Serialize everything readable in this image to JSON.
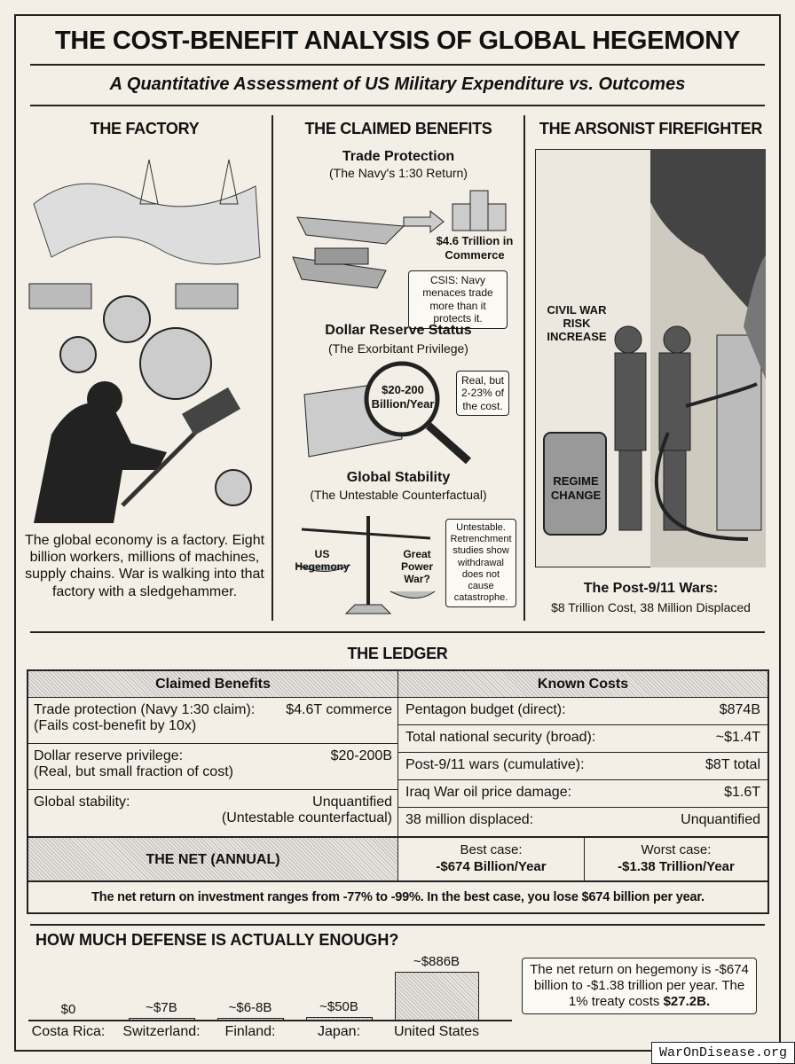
{
  "title": "THE COST-BENEFIT ANALYSIS OF GLOBAL HEGEMONY",
  "subtitle": "A Quantitative Assessment of US Military Expenditure vs. Outcomes",
  "factory": {
    "heading": "THE FACTORY",
    "text": "The global economy is a factory. Eight billion workers, millions of machines, supply chains. War is walking into that factory with a sledgehammer."
  },
  "benefits": {
    "heading": "THE CLAIMED BENEFITS",
    "trade": {
      "title": "Trade Protection",
      "subtitle": "(The Navy's 1:30 Return)",
      "value": "$4.6 Trillion in Commerce",
      "note": "CSIS: Navy menaces trade more than it protects it."
    },
    "dollar": {
      "title": "Dollar Reserve Status",
      "subtitle": "(The Exorbitant Privilege)",
      "value": "$20-200 Billion/Year",
      "note": "Real, but 2-23% of the cost."
    },
    "stability": {
      "title": "Global Stability",
      "subtitle": "(The Untestable Counterfactual)",
      "left": "US Hegemony",
      "right": "Great Power War?",
      "note": "Untestable. Retrenchment studies show withdrawal does not cause catastrophe."
    }
  },
  "arsonist": {
    "heading": "THE ARSONIST FIREFIGHTER",
    "risk": "CIVIL WAR RISK INCREASE",
    "barrel": "REGIME CHANGE",
    "caption_title": "The Post-9/11 Wars:",
    "caption": "$8 Trillion Cost, 38 Million Displaced"
  },
  "ledger": {
    "heading": "THE LEDGER",
    "benefits_header": "Claimed Benefits",
    "costs_header": "Known Costs",
    "benefits": [
      {
        "label": "Trade protection (Navy 1:30 claim):",
        "value": "$4.6T commerce",
        "note": "(Fails cost-benefit by 10x)"
      },
      {
        "label": "Dollar reserve privilege:",
        "value": "$20-200B",
        "note": "(Real, but small fraction of cost)"
      },
      {
        "label": "Global stability:",
        "value": "Unquantified",
        "note": "(Untestable counterfactual)"
      }
    ],
    "costs": [
      {
        "label": "Pentagon budget (direct):",
        "value": "$874B"
      },
      {
        "label": "Total national security (broad):",
        "value": "~$1.4T"
      },
      {
        "label": "Post-9/11 wars (cumulative):",
        "value": "$8T total"
      },
      {
        "label": "Iraq War oil price damage:",
        "value": "$1.6T"
      },
      {
        "label": "38 million displaced:",
        "value": "Unquantified"
      }
    ],
    "net_label": "THE NET (ANNUAL)",
    "best_label": "Best case:",
    "best_value": "-$674 Billion/Year",
    "worst_label": "Worst case:",
    "worst_value": "-$1.38 Trillion/Year",
    "summary": "The net return on investment ranges from -77% to -99%. In the best case, you lose $674 billion per year."
  },
  "chart_data": {
    "type": "bar",
    "title": "HOW MUCH DEFENSE IS ACTUALLY ENOUGH?",
    "categories": [
      "Costa Rica:",
      "Switzerland:",
      "Finland:",
      "Japan:",
      "United States"
    ],
    "values": [
      0,
      7,
      7,
      50,
      886
    ],
    "labels": [
      "$0",
      "~$7B",
      "~$6-8B",
      "~$50B",
      "~$886B"
    ],
    "unit": "Billion USD"
  },
  "callout": {
    "text": "The net return on hegemony is -$674 billion to -$1.38 trillion per year. The 1% treaty costs ",
    "bold": "$27.2B."
  },
  "watermark": "WarOnDisease.org"
}
